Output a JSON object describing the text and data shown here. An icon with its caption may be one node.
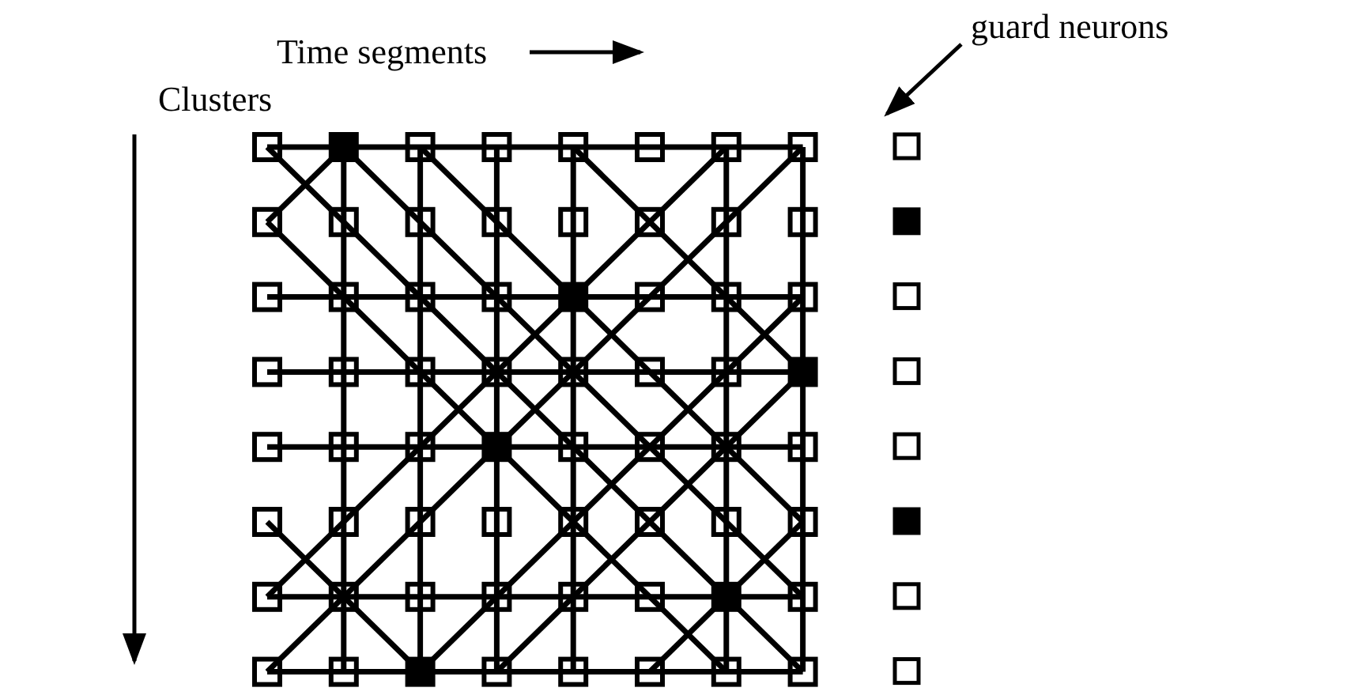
{
  "diagram": {
    "nodes": [
      {
        "text": [
          "guard neurons"
        ]
      },
      {
        "text": [],
        "shape": "box"
      }
    ],
    "edges": [
      {
        "from": 0,
        "to": 1,
        "arrow": "to"
      }
    ],
    "labels": [
      "Time segments",
      "Clusters"
    ]
  }
}
